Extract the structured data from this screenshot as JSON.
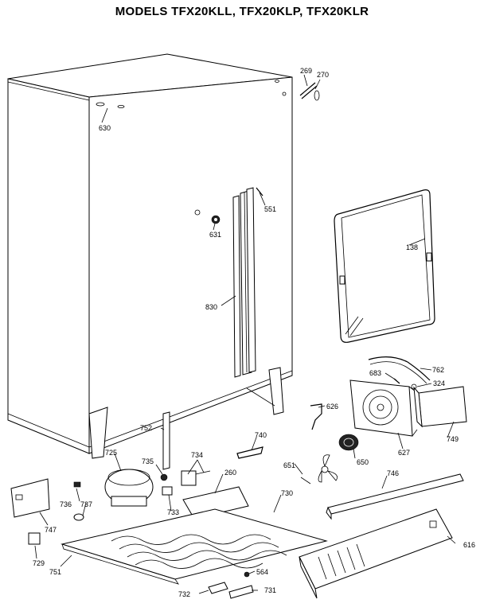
{
  "title": "MODELS TFX20KLL, TFX20KLP, TFX20KLR",
  "callouts": {
    "p269": "269",
    "p270": "270",
    "p630": "630",
    "p551": "551",
    "p631": "631",
    "p138": "138",
    "p830": "830",
    "p762": "762",
    "p683": "683",
    "p324": "324",
    "p626": "626",
    "p749": "749",
    "p752": "752",
    "p740": "740",
    "p627": "627",
    "p725": "725",
    "p735": "735",
    "p734": "734",
    "p650": "650",
    "p651": "651",
    "p260": "260",
    "p746": "746",
    "p736": "736",
    "p737": "737",
    "p733": "733",
    "p730": "730",
    "p747": "747",
    "p616": "616",
    "p729": "729",
    "p751": "751",
    "p564": "564",
    "p732": "732",
    "p731": "731"
  }
}
